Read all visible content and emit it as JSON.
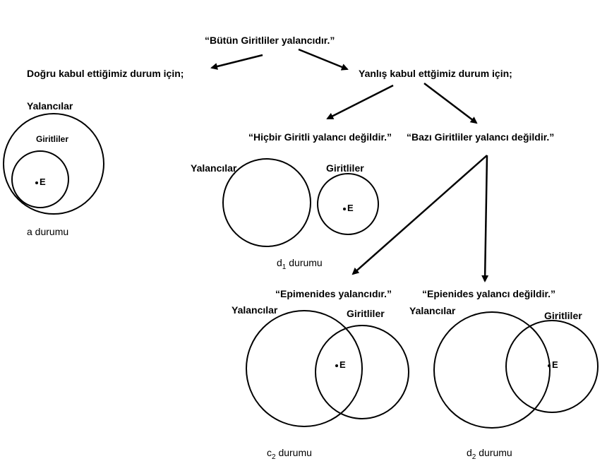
{
  "statements": {
    "root": "“Bütün Giritliler yalancıdır.”",
    "true_case": "Doğru kabul ettiğimiz durum için;",
    "false_case": "Yanlış kabul ettğimiz durum için;",
    "none": "“Hiçbir Giritli yalancı değildir.”",
    "some_not": "“Bazı Giritliler yalancı değildir.”",
    "epi_liar": "“Epimenides yalancıdır.”",
    "epi_not_liar": "“Epienides yalancı değildir.”"
  },
  "sets": {
    "liars": "Yalancılar",
    "cretans": "Giritliler"
  },
  "point": "E",
  "captions": {
    "a": "a durumu",
    "d1": {
      "letter": "d",
      "sub": "1",
      "rest": " durumu"
    },
    "c2": {
      "letter": "c",
      "sub": "2",
      "rest": " durumu"
    },
    "d2": {
      "letter": "d",
      "sub": "2",
      "rest": " durumu"
    }
  },
  "colors": {
    "ink": "#000000",
    "background": "#ffffff"
  }
}
